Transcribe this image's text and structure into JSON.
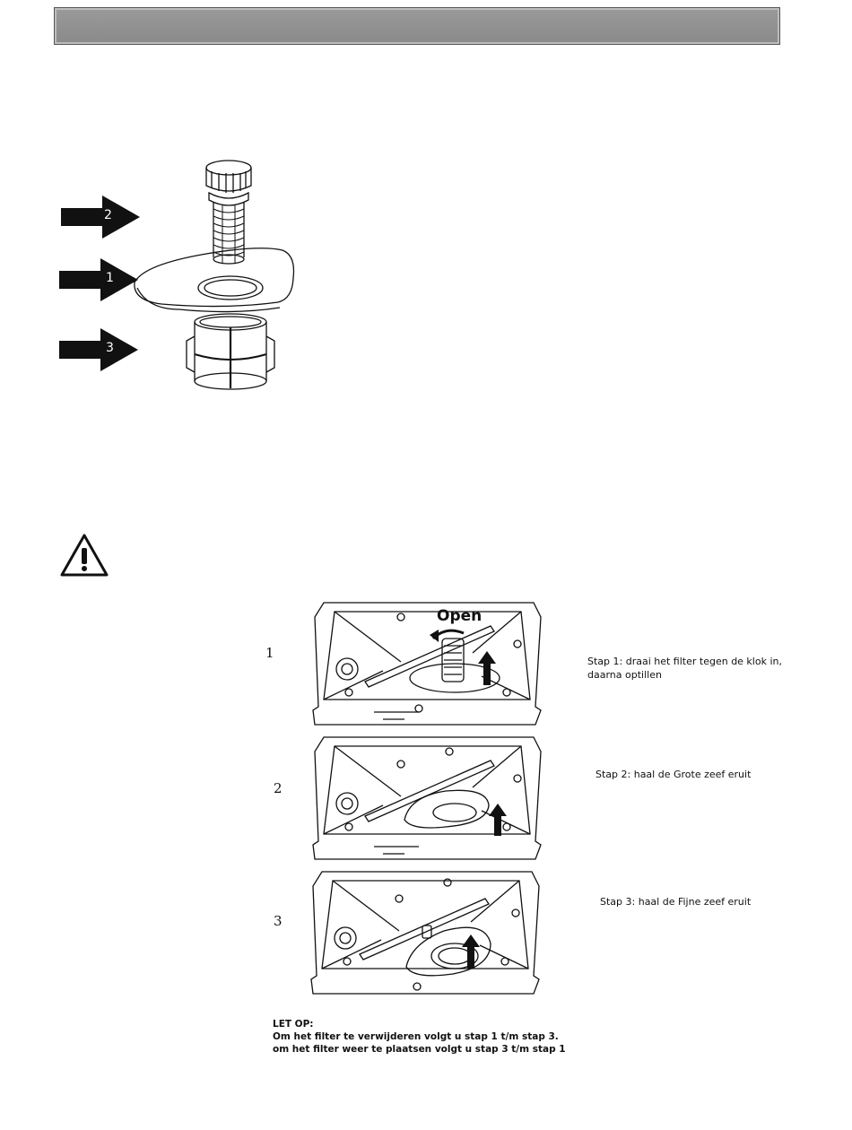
{
  "filter_parts": {
    "labels": [
      "2",
      "1",
      "3"
    ]
  },
  "steps": [
    {
      "number": "1",
      "caption": "Stap 1: draai het filter tegen de klok in, daarna optillen",
      "open_label": "Open"
    },
    {
      "number": "2",
      "caption": "Stap 2: haal de Grote zeef eruit"
    },
    {
      "number": "3",
      "caption": "Stap 3: haal de Fijne zeef eruit"
    }
  ],
  "note": {
    "title": "LET OP:",
    "line1": "Om het filter te verwijderen volgt u stap 1 t/m stap 3.",
    "line2": "om het filter weer te plaatsen volgt u stap 3 t/m stap 1"
  },
  "icons": {
    "warning": "warning-triangle-icon",
    "arrow": "right-arrow-icon"
  }
}
